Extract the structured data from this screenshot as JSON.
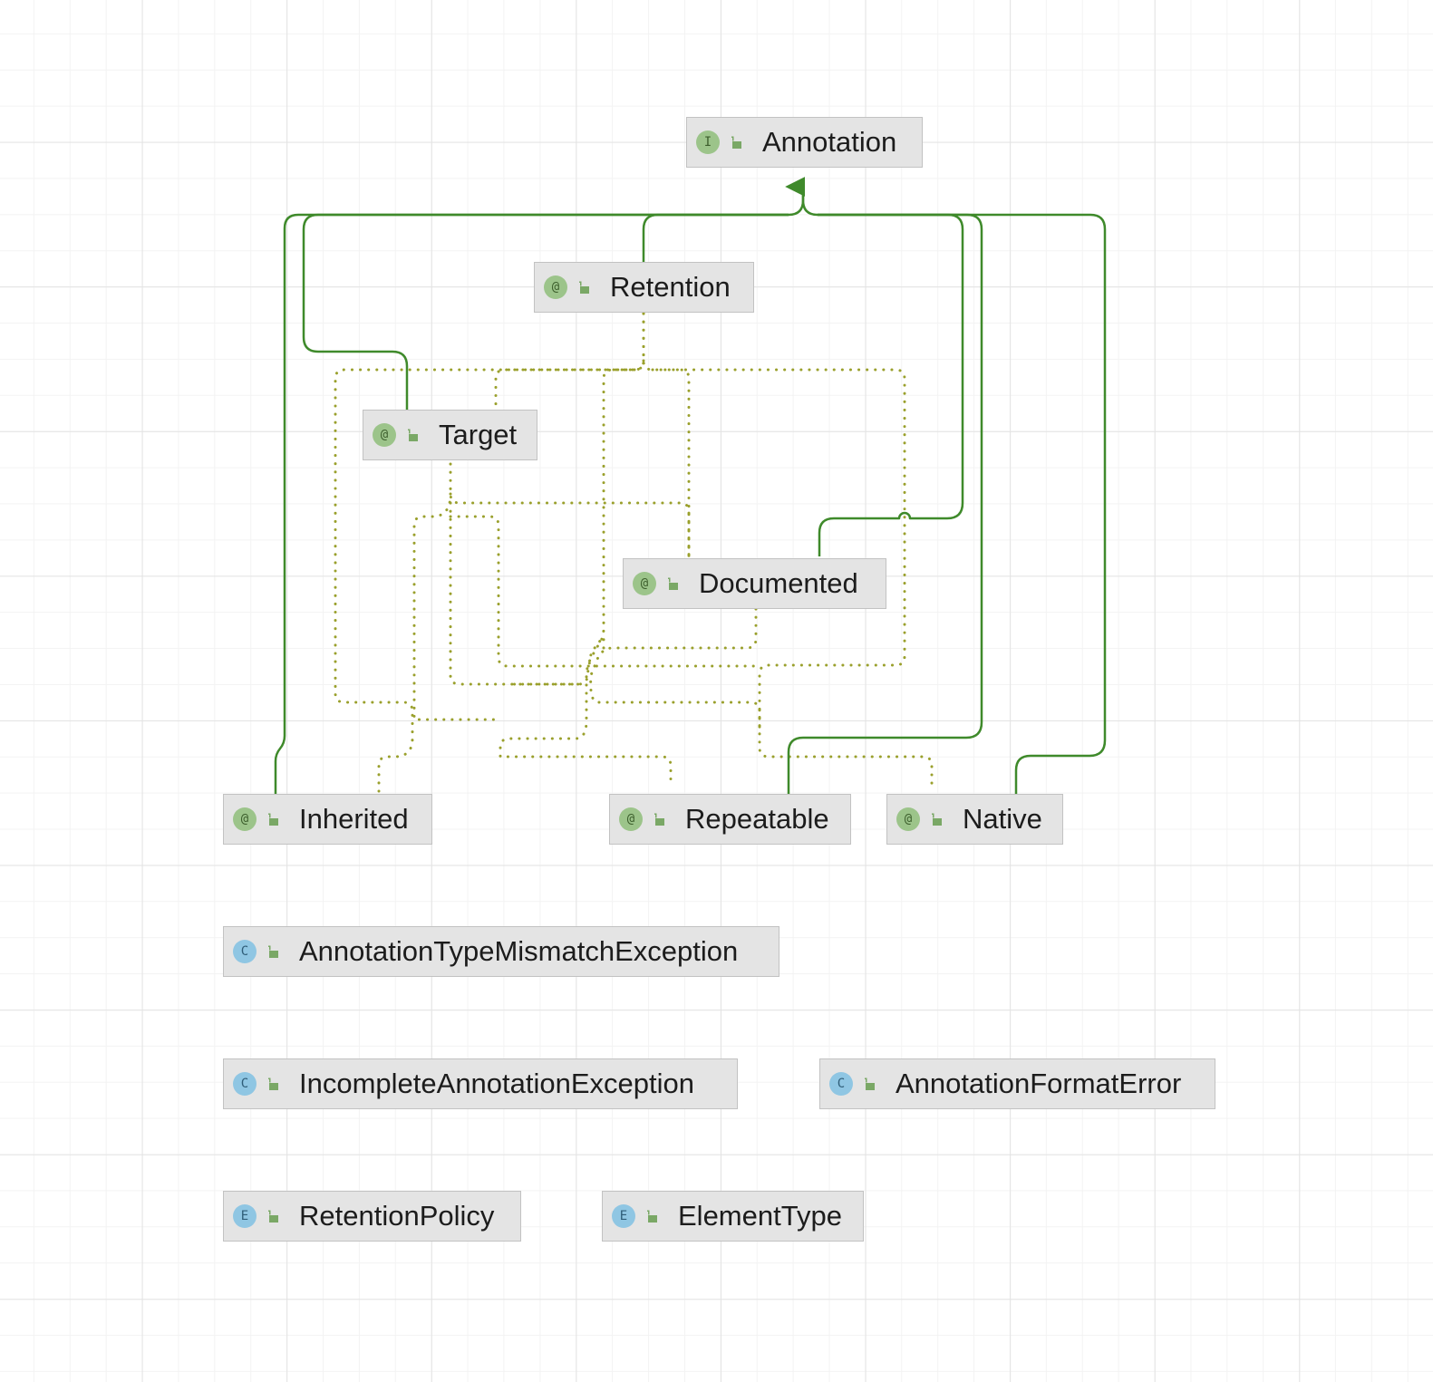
{
  "colors": {
    "inheritance_edge": "#3f8a2b",
    "dependency_edge": "#9aa02c",
    "node_fill": "#e4e4e4",
    "node_border": "#c2c2c2",
    "annotation_badge": "#9cc48a",
    "class_badge": "#8fc6e3"
  },
  "nodes": {
    "annotation": {
      "label": "Annotation",
      "badge": "I",
      "kind": "interface",
      "icon": "interface-icon"
    },
    "retention": {
      "label": "Retention",
      "badge": "@",
      "kind": "annotation",
      "icon": "annotation-icon"
    },
    "target": {
      "label": "Target",
      "badge": "@",
      "kind": "annotation",
      "icon": "annotation-icon"
    },
    "documented": {
      "label": "Documented",
      "badge": "@",
      "kind": "annotation",
      "icon": "annotation-icon"
    },
    "inherited": {
      "label": "Inherited",
      "badge": "@",
      "kind": "annotation",
      "icon": "annotation-icon"
    },
    "repeatable": {
      "label": "Repeatable",
      "badge": "@",
      "kind": "annotation",
      "icon": "annotation-icon"
    },
    "native": {
      "label": "Native",
      "badge": "@",
      "kind": "annotation",
      "icon": "annotation-icon"
    },
    "annotation_type_mismatch_exception": {
      "label": "AnnotationTypeMismatchException",
      "badge": "C",
      "kind": "class",
      "icon": "class-icon"
    },
    "incomplete_annotation_exception": {
      "label": "IncompleteAnnotationException",
      "badge": "C",
      "kind": "class",
      "icon": "class-icon"
    },
    "annotation_format_error": {
      "label": "AnnotationFormatError",
      "badge": "C",
      "kind": "class",
      "icon": "class-icon"
    },
    "retention_policy": {
      "label": "RetentionPolicy",
      "badge": "E",
      "kind": "enum",
      "icon": "enum-icon"
    },
    "element_type": {
      "label": "ElementType",
      "badge": "E",
      "kind": "enum",
      "icon": "enum-icon"
    }
  },
  "edges": {
    "inheritance": [
      {
        "from": "retention",
        "to": "annotation"
      },
      {
        "from": "target",
        "to": "annotation"
      },
      {
        "from": "documented",
        "to": "annotation"
      },
      {
        "from": "inherited",
        "to": "annotation"
      },
      {
        "from": "repeatable",
        "to": "annotation"
      },
      {
        "from": "native",
        "to": "annotation"
      }
    ],
    "dependency": [
      {
        "from": "retention",
        "to": "target"
      },
      {
        "from": "retention",
        "to": "documented"
      },
      {
        "from": "retention",
        "to": "inherited"
      },
      {
        "from": "retention",
        "to": "repeatable"
      },
      {
        "from": "retention",
        "to": "native"
      },
      {
        "from": "target",
        "to": "documented"
      },
      {
        "from": "target",
        "to": "inherited"
      },
      {
        "from": "target",
        "to": "repeatable"
      },
      {
        "from": "target",
        "to": "native"
      },
      {
        "from": "documented",
        "to": "inherited"
      },
      {
        "from": "documented",
        "to": "repeatable"
      }
    ]
  }
}
